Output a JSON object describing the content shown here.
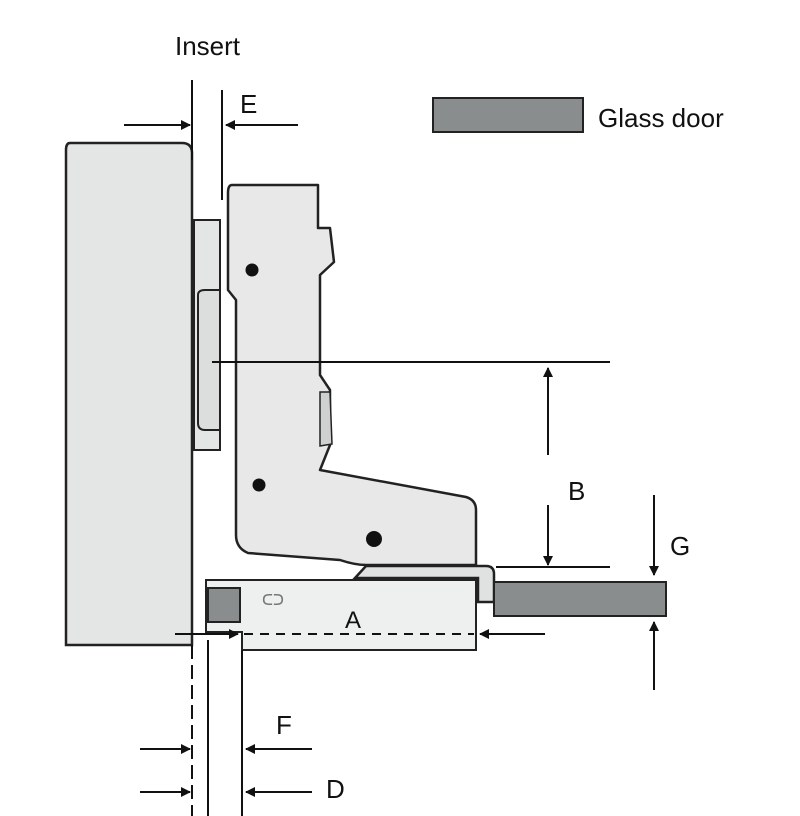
{
  "labels": {
    "insert": "Insert",
    "glass_door": "Glass door",
    "e": "E",
    "b": "B",
    "g": "G",
    "a": "A",
    "f": "F",
    "d": "D"
  },
  "colors": {
    "glass": "#8a8d8d",
    "panel": "#e4e5e5",
    "hinge": "#e8e8e8",
    "line": "#111111"
  }
}
